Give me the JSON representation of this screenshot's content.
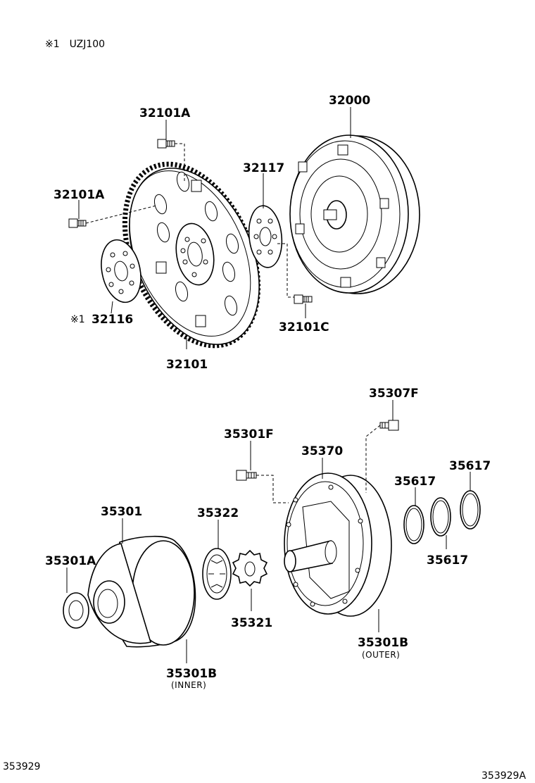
{
  "header": {
    "note": "※1　UZJ100"
  },
  "labels": {
    "p32101A_top": "32101A",
    "p32000": "32000",
    "p32117": "32117",
    "p32101A_left": "32101A",
    "p32116_mark": "※1",
    "p32116": "32116",
    "p32101C": "32101C",
    "p32101": "32101",
    "p35307F": "35307F",
    "p35301F": "35301F",
    "p35370": "35370",
    "p35617_a": "35617",
    "p35617_b": "35617",
    "p35617_c": "35617",
    "p35301": "35301",
    "p35322": "35322",
    "p35301A": "35301A",
    "p35321": "35321",
    "p35301B_outer": "35301B",
    "p35301B_outer_sub": "(OUTER)",
    "p35301B_inner": "35301B",
    "p35301B_inner_sub": "(INNER)"
  },
  "footer": {
    "left_code": "353929",
    "right_code": "353929A"
  }
}
